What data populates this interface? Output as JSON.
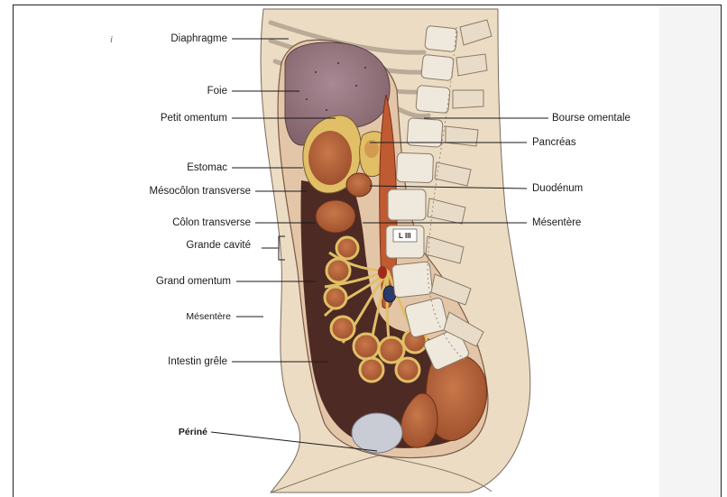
{
  "left_labels": [
    {
      "id": "diaphragme",
      "text": "Diaphragme"
    },
    {
      "id": "foie",
      "text": "Foie"
    },
    {
      "id": "petit-omentum",
      "text": "Petit omentum"
    },
    {
      "id": "estomac",
      "text": "Estomac"
    },
    {
      "id": "mesocolon",
      "text": "Mésocôlon transverse"
    },
    {
      "id": "colon",
      "text": "Côlon transverse"
    },
    {
      "id": "grande-cavite",
      "text": "Grande cavité"
    },
    {
      "id": "grand-omentum",
      "text": "Grand omentum"
    },
    {
      "id": "mesentere-left",
      "text": "Mésentère"
    },
    {
      "id": "intestin",
      "text": "Intestin grêle"
    },
    {
      "id": "perine",
      "text": "Périné"
    }
  ],
  "right_labels": [
    {
      "id": "bourse",
      "text": "Bourse omentale"
    },
    {
      "id": "pancreas",
      "text": "Pancréas"
    },
    {
      "id": "duodenum",
      "text": "Duodénum"
    },
    {
      "id": "mesentere-right",
      "text": "Mésentère"
    }
  ],
  "vertebra_label": "L III",
  "stray_mark": "i",
  "colors": {
    "skin": "#ecdcc4",
    "peritoneum": "#e3c6a8",
    "mesentery_fat": "#e0bf67",
    "cavity": "#4e2a24",
    "organ": "#b8643a",
    "liver": "#9a7a82",
    "bone": "#efe8dc",
    "label_line": "#1a1a1a"
  }
}
